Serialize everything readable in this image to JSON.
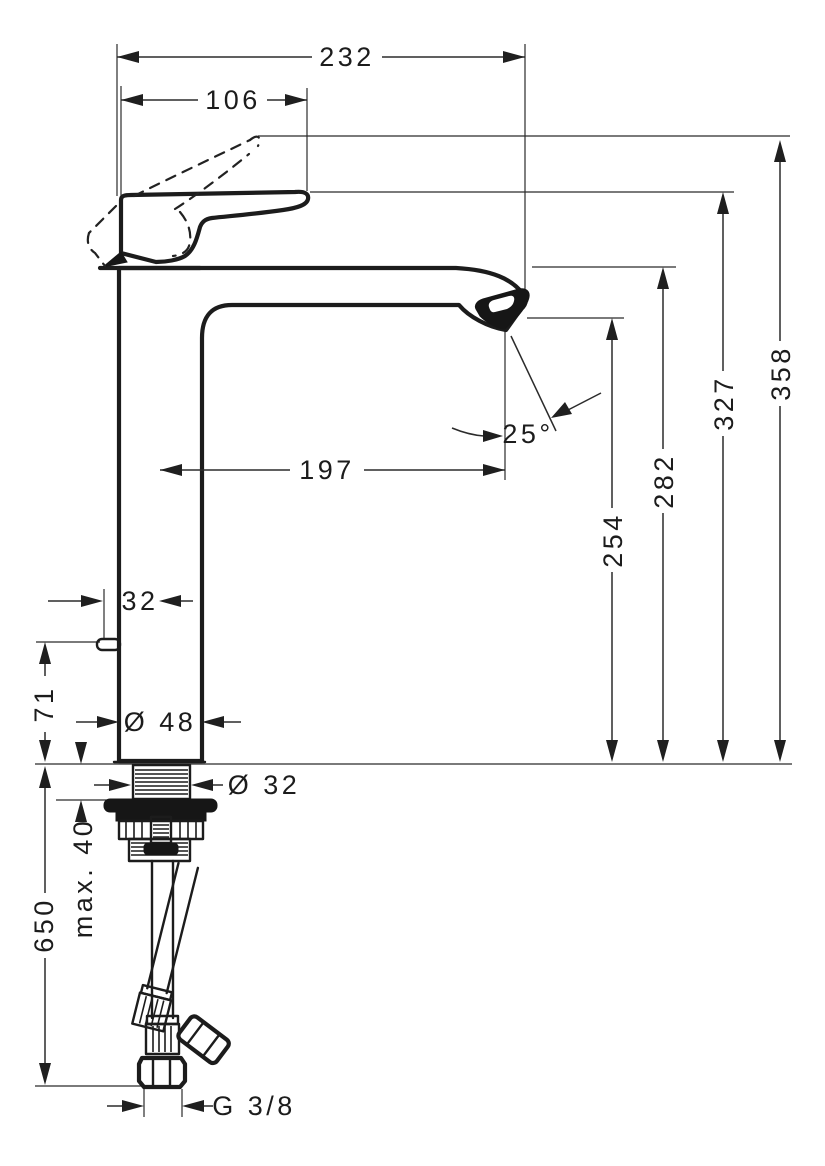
{
  "page": {
    "background": "#ffffff",
    "line_color": "#1c1c1c"
  },
  "drawing": {
    "kind": "technical-dimension-drawing",
    "subject": "single-lever high-riser basin mixer tap, side elevation with flexible supply hoses",
    "unit": "mm",
    "dimensions": {
      "overall_depth": "232",
      "handle_projection": "106",
      "spout_reach": "197",
      "spray_angle": "25°",
      "center_offset": "32",
      "lever_clearance_height": "71",
      "body_diameter": "Ø 48",
      "shank_diameter": "Ø 32",
      "max_mounting_thickness": "max. 40",
      "hose_length": "650",
      "connection_thread": "G 3/8",
      "outlet_height": "254",
      "spout_top_height": "282",
      "handle_top_height": "327",
      "overall_height": "358"
    }
  }
}
